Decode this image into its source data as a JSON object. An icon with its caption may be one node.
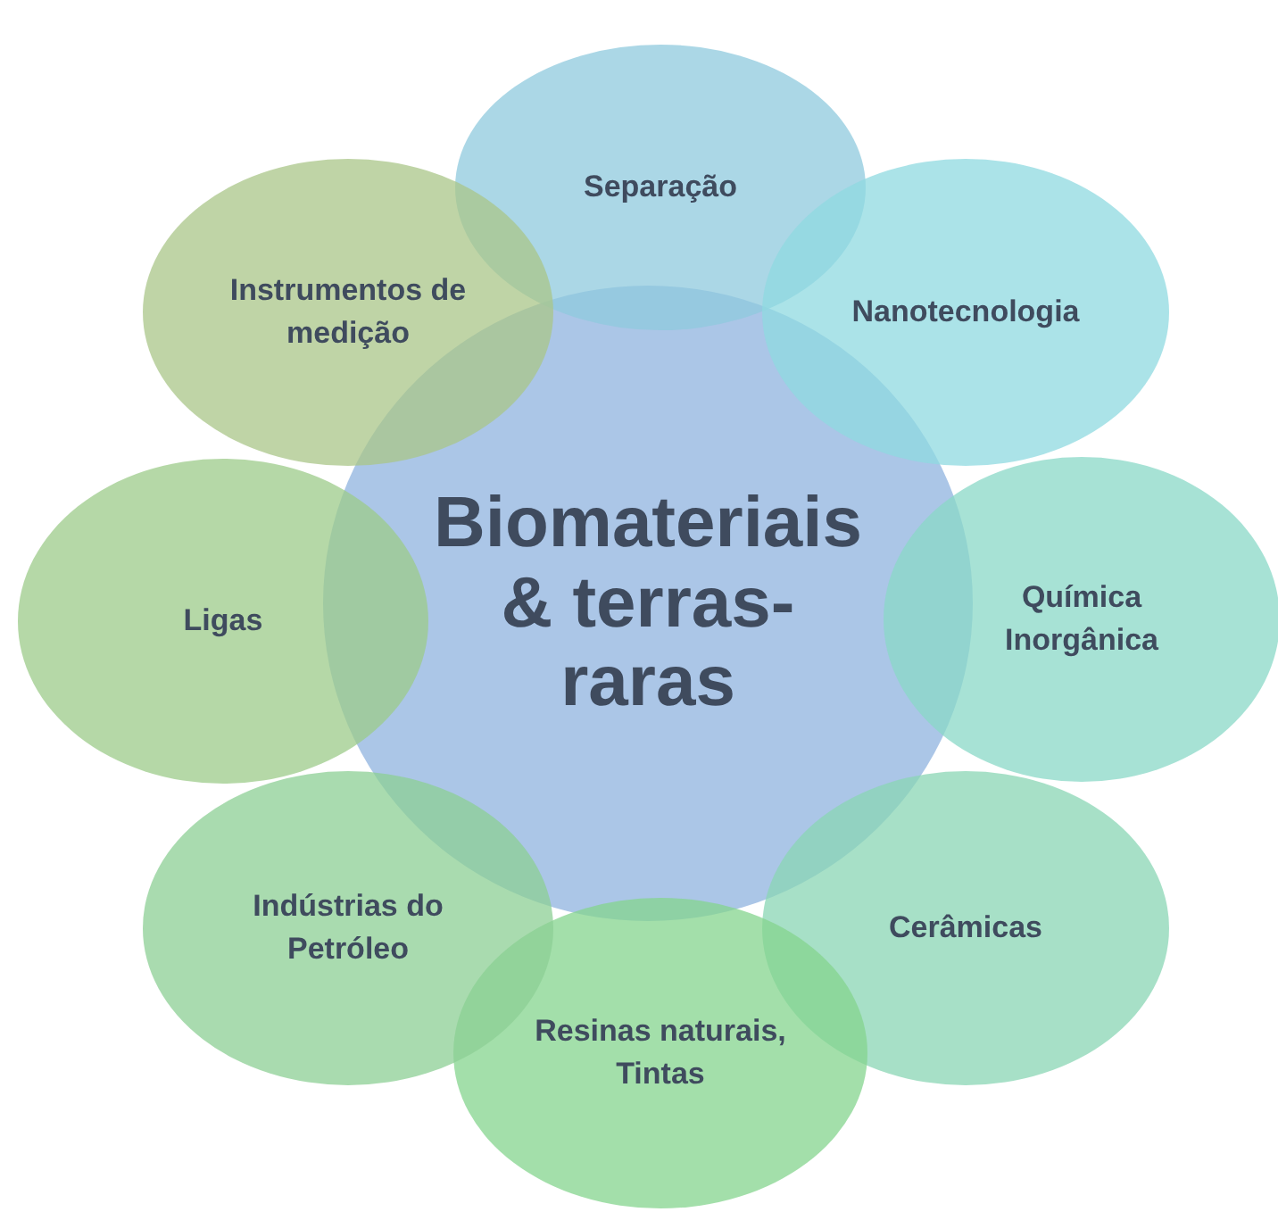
{
  "diagram": {
    "nodes": [
      {
        "text": [
          "Biomateriais & terras-raras"
        ]
      },
      {
        "text": [
          "Separação"
        ]
      },
      {
        "text": [
          "Nanotecnologia"
        ]
      },
      {
        "text": [
          "Química Inorgânica"
        ]
      },
      {
        "text": [
          "Cerâmicas"
        ]
      },
      {
        "text": [
          "Resinas naturais, Tintas"
        ]
      },
      {
        "text": [
          "Indústrias do Petróleo"
        ]
      },
      {
        "text": [
          "Ligas"
        ]
      },
      {
        "text": [
          "Instrumentos de medição"
        ]
      }
    ]
  }
}
